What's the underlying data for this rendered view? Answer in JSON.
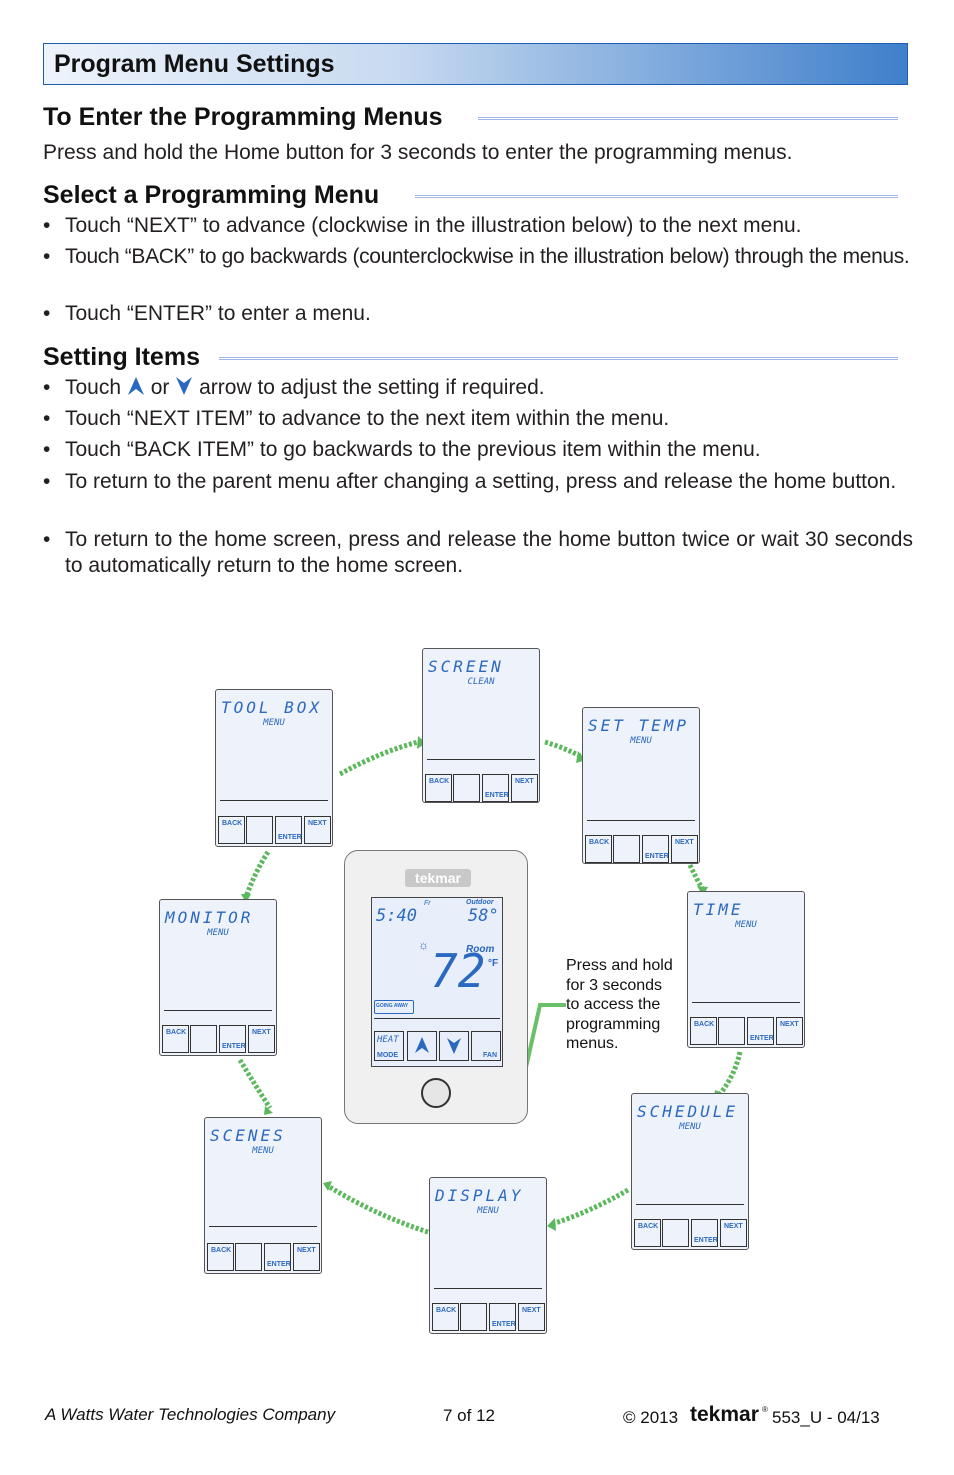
{
  "banner": {
    "title": "Program Menu Settings"
  },
  "enter": {
    "heading": "To Enter the Programming Menus",
    "text": "Press and hold the Home button for 3 seconds to enter the programming menus."
  },
  "select": {
    "heading": "Select a Programming Menu",
    "bullets": [
      "Touch “NEXT” to advance (clockwise in the illustration below) to the next menu.",
      "Touch “BACK” to go backwards (counterclockwise in the illustration below) through the menus.",
      "Touch “ENTER” to enter a menu."
    ]
  },
  "setting": {
    "heading": "Setting Items",
    "bullet1_pre": "Touch",
    "bullet1_mid": "or",
    "bullet1_post": "arrow to adjust the setting if required.",
    "bullets": [
      "Touch “NEXT ITEM” to advance to the next item within the menu.",
      "Touch “BACK ITEM” to go backwards to the previous item within the menu.",
      "To return to the parent menu after changing a setting, press and release the home button.",
      "To return to the home screen, press and release the home button twice or wait 30 seconds to automatically return to the home screen."
    ]
  },
  "bullet_char": "•",
  "screen_buttons": {
    "back": "BACK",
    "next": "NEXT",
    "enter": "ENTER"
  },
  "screens": {
    "screen": {
      "title": "SCREEN",
      "sub": "CLEAN"
    },
    "settemp": {
      "title": "SET TEMP",
      "sub": "MENU"
    },
    "time": {
      "title": "TIME",
      "sub": "MENU"
    },
    "schedule": {
      "title": "SCHEDULE",
      "sub": "MENU"
    },
    "display": {
      "title": "DISPLAY",
      "sub": "MENU"
    },
    "scenes": {
      "title": "SCENES",
      "sub": "MENU"
    },
    "monitor": {
      "title": "MONITOR",
      "sub": "MENU"
    },
    "toolbox": {
      "title": "TOOL BOX",
      "sub": "MENU"
    }
  },
  "thermostat": {
    "brand": "tekmar",
    "time": "5:40",
    "day": "Fr",
    "outdoor_label": "Outdoor",
    "outdoor_temp": "58°",
    "room_label": "Room",
    "room_temp": "72",
    "unit": "°F",
    "going_away": "GOING AWAY",
    "mode_top": "HEAT",
    "mode": "MODE",
    "fan": "FAN"
  },
  "callout": "Press and hold for 3 seconds to access the programming menus.",
  "colors": {
    "accent": "#2b69c0",
    "arrow_green": "#5cb85c",
    "callout_green": "#6abf69"
  },
  "footer": {
    "company": "A Watts Water Technologies Company",
    "page": "7 of 12",
    "copyright": "© 2013",
    "brand": "tekmar",
    "registered": "®",
    "doc": "553_U - 04/13"
  }
}
